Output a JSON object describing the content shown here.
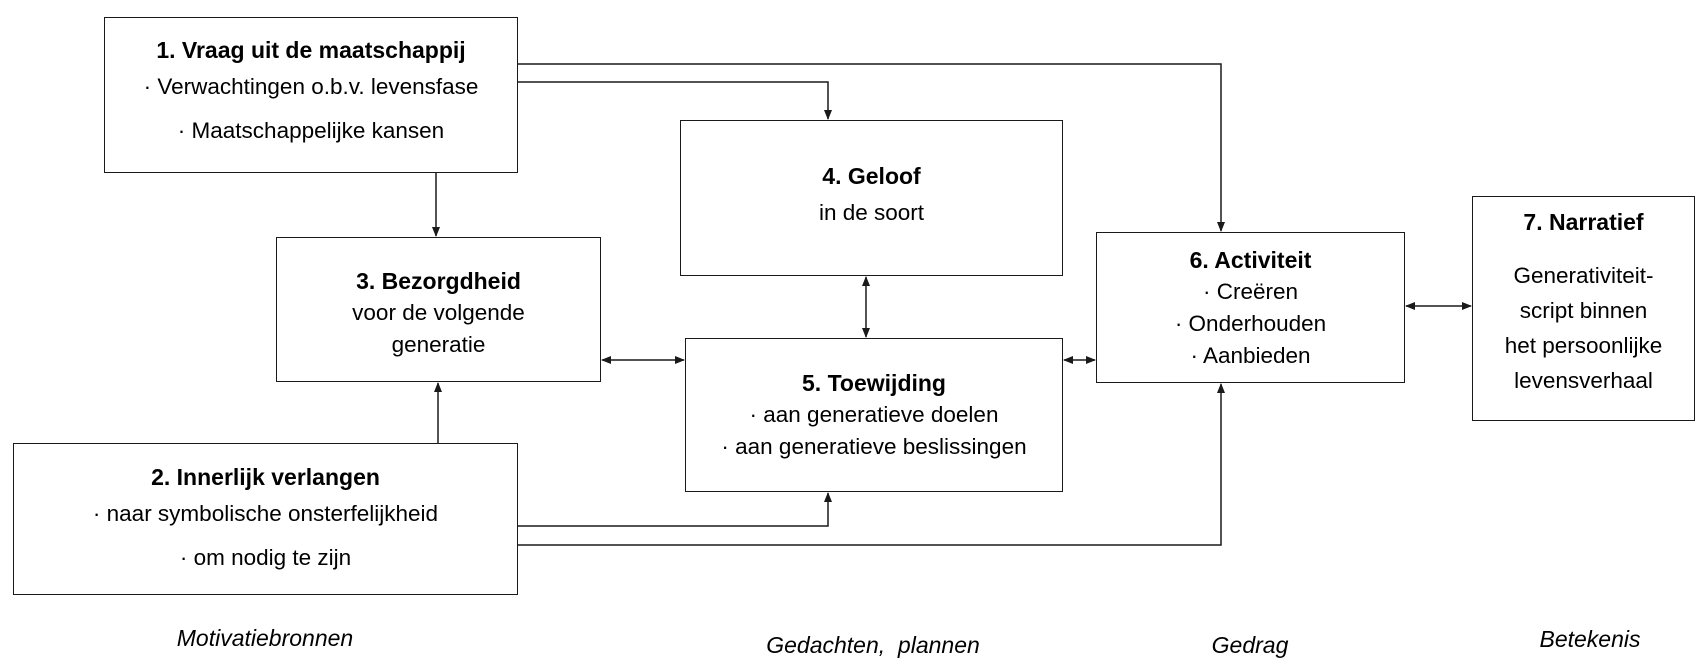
{
  "boxes": {
    "b1": {
      "title": "1. Vraag uit de maatschappij",
      "lines": [
        "· Verwachtingen o.b.v. levensfase",
        "· Maatschappelijke kansen"
      ]
    },
    "b2": {
      "title": "2. Innerlijk verlangen",
      "lines": [
        "· naar symbolische onsterfelijkheid",
        "· om nodig te zijn"
      ]
    },
    "b3": {
      "title": "3. Bezorgdheid",
      "lines": [
        "voor de volgende",
        "generatie"
      ]
    },
    "b4": {
      "title": "4. Geloof",
      "lines": [
        "in de soort"
      ]
    },
    "b5": {
      "title": "5. Toewijding",
      "lines": [
        "· aan generatieve doelen",
        "· aan generatieve beslissingen"
      ]
    },
    "b6": {
      "title": "6. Activiteit",
      "lines": [
        "· Creëren",
        "· Onderhouden",
        "· Aanbieden"
      ]
    },
    "b7": {
      "title": "7. Narratief",
      "lines": [
        "Generativiteit-",
        "script binnen",
        "het persoonlijke",
        "levensverhaal"
      ]
    }
  },
  "captions": {
    "c1": "Motivatiebronnen",
    "c2": "Gedachten,  plannen",
    "c3": "Gedrag",
    "c4": "Betekenis"
  },
  "style": {
    "line_color": "#1a1a1a",
    "box_border_color": "#1a1a1a"
  }
}
